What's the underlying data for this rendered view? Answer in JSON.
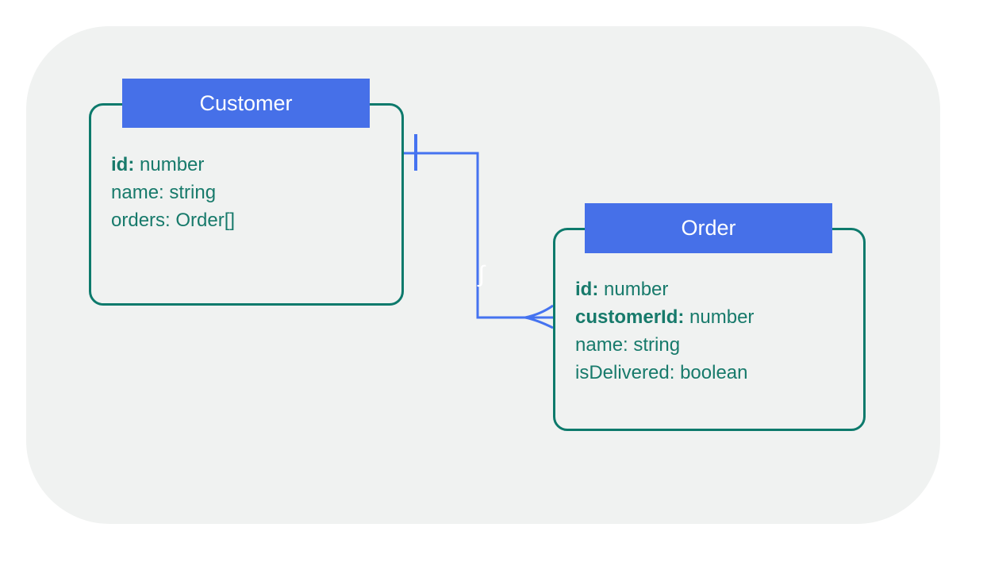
{
  "diagram": {
    "field_separator": ": ",
    "entities": [
      {
        "name": "Customer",
        "fields": [
          {
            "key": "id",
            "type": "number",
            "bold": true
          },
          {
            "key": "name",
            "type": "string",
            "bold": false
          },
          {
            "key": "orders",
            "type": "Order[]",
            "bold": false
          }
        ]
      },
      {
        "name": "Order",
        "fields": [
          {
            "key": "id",
            "type": "number",
            "bold": true
          },
          {
            "key": "customerId",
            "type": "number",
            "bold": true
          },
          {
            "key": "name",
            "type": "string",
            "bold": false
          },
          {
            "key": "isDelivered",
            "type": "boolean",
            "bold": false
          }
        ]
      }
    ],
    "relationship": {
      "from": "Customer",
      "to": "Order",
      "from_cardinality": "one",
      "to_cardinality": "many",
      "label": "∫"
    },
    "colors": {
      "page_bg": "#ffffff",
      "canvas_bg": "#f0f2f1",
      "header_blue": "#4670e8",
      "line_blue": "#4573f0",
      "entity_border_teal": "#0d7a6c",
      "field_text_teal": "#177a6b",
      "header_text": "#ffffff",
      "edge_label_text": "#ffffff"
    }
  }
}
